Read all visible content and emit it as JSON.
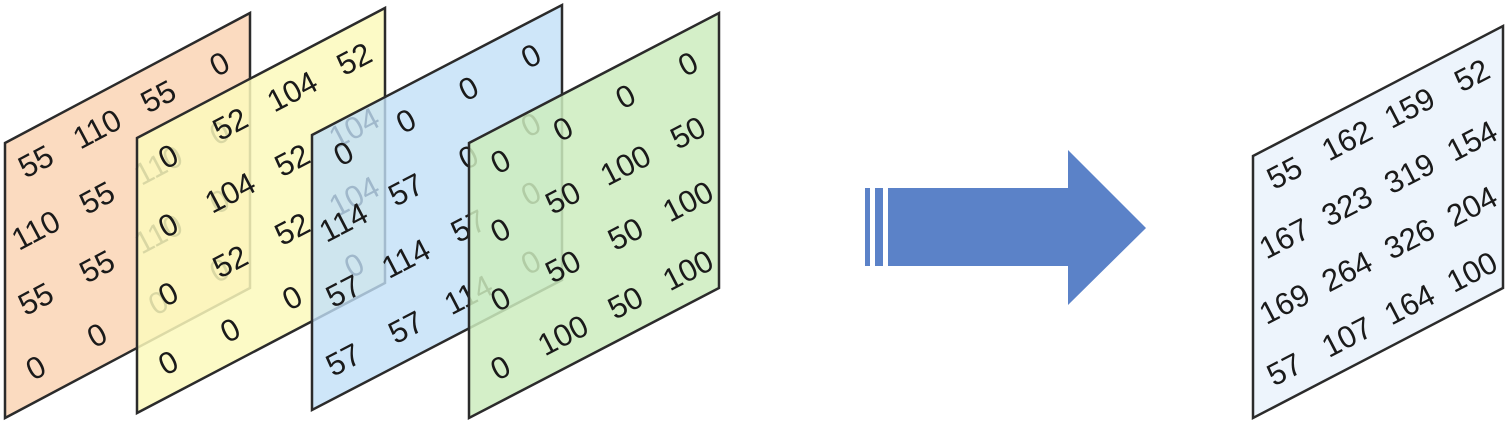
{
  "colors": {
    "orange": "#fbd9bd",
    "yellow": "#fcf9bc",
    "blue": "#c2e0f8",
    "green": "#cdecbe",
    "result": "#edf4fc",
    "arrow": "#5b82c8",
    "outline": "#2b2b2b"
  },
  "input_sheets": [
    {
      "name": "orange",
      "fill": "#fbd9bd",
      "rows": [
        [
          "55",
          "110",
          "55",
          "0"
        ],
        [
          "110",
          "55",
          "110",
          "0"
        ],
        [
          "55",
          "55",
          "110",
          "0"
        ],
        [
          "0",
          "0",
          "0",
          "0"
        ]
      ]
    },
    {
      "name": "yellow",
      "fill": "#fcf9bc",
      "rows": [
        [
          "0",
          "52",
          "104",
          "52"
        ],
        [
          "0",
          "104",
          "52",
          "104"
        ],
        [
          "0",
          "52",
          "52",
          "104"
        ],
        [
          "0",
          "0",
          "0",
          "0"
        ]
      ]
    },
    {
      "name": "blue",
      "fill": "#c2e0f8",
      "rows": [
        [
          "0",
          "0",
          "0",
          "0"
        ],
        [
          "114",
          "57",
          "0",
          "0"
        ],
        [
          "57",
          "114",
          "57",
          "0"
        ],
        [
          "57",
          "57",
          "114",
          "0"
        ]
      ]
    },
    {
      "name": "green",
      "fill": "#cdecbe",
      "rows": [
        [
          "0",
          "0",
          "0",
          "0"
        ],
        [
          "0",
          "50",
          "100",
          "50"
        ],
        [
          "0",
          "50",
          "50",
          "100"
        ],
        [
          "0",
          "100",
          "50",
          "100"
        ]
      ]
    }
  ],
  "result_sheet": {
    "name": "result",
    "fill": "#edf4fc",
    "rows": [
      [
        "55",
        "162",
        "159",
        "52"
      ],
      [
        "167",
        "323",
        "319",
        "154"
      ],
      [
        "169",
        "264",
        "326",
        "204"
      ],
      [
        "57",
        "107",
        "164",
        "100"
      ]
    ]
  }
}
